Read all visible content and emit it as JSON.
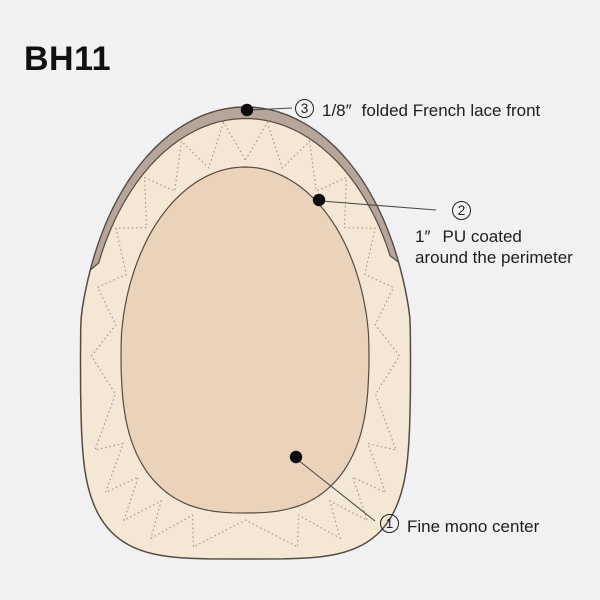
{
  "title": "BH11",
  "callouts": {
    "c3": {
      "number": "3",
      "measurement": "1/8″",
      "label": "folded French lace front"
    },
    "c2": {
      "number": "2",
      "measurement": "1″",
      "label": "PU coated",
      "label_line2": "around the perimeter"
    },
    "c1": {
      "number": "1",
      "label": "Fine mono center"
    }
  },
  "colors": {
    "background": "#f1f1f4",
    "pu_ring": "#f4e7d5",
    "mono_center": "#ebd2ba",
    "lace_front_strip": "#b6a59b",
    "outline": "#554b41",
    "stitch_zigzag": "#ab9276",
    "leader_line": "#4c4c4c",
    "callout_dot": "#0d0d0d",
    "text": "#1d1d1d"
  }
}
